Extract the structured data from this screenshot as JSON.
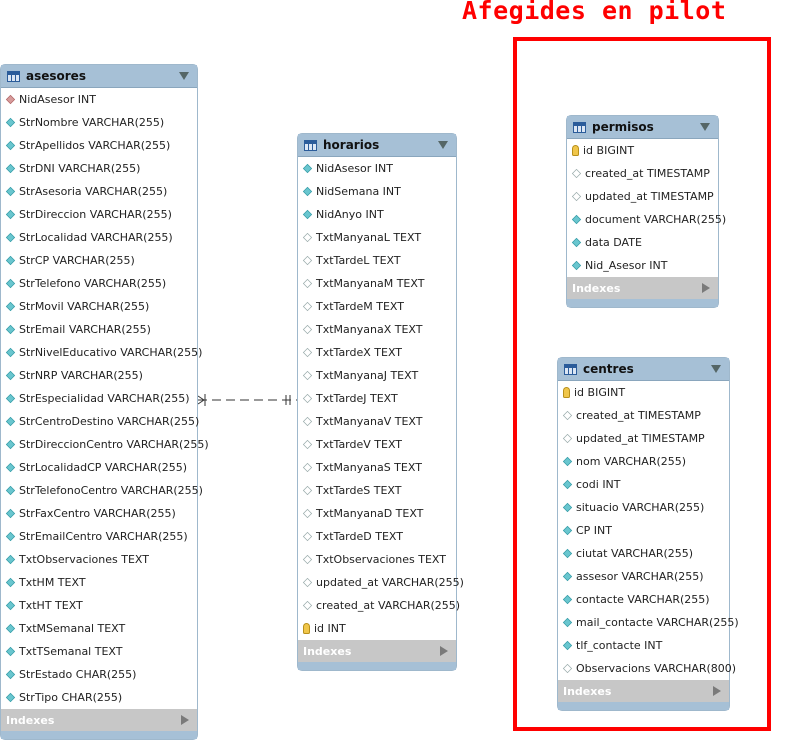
{
  "annotation": {
    "title": "Afegides en pilot"
  },
  "footer_label": "Indexes",
  "tables": [
    {
      "name": "asesores",
      "columns": [
        {
          "label": "NidAsesor INT",
          "icon": "pk-diamond"
        },
        {
          "label": "StrNombre VARCHAR(255)",
          "icon": "notnull-diamond"
        },
        {
          "label": "StrApellidos VARCHAR(255)",
          "icon": "notnull-diamond"
        },
        {
          "label": "StrDNI VARCHAR(255)",
          "icon": "notnull-diamond"
        },
        {
          "label": "StrAsesoria VARCHAR(255)",
          "icon": "notnull-diamond"
        },
        {
          "label": "StrDireccion VARCHAR(255)",
          "icon": "notnull-diamond"
        },
        {
          "label": "StrLocalidad VARCHAR(255)",
          "icon": "notnull-diamond"
        },
        {
          "label": "StrCP VARCHAR(255)",
          "icon": "notnull-diamond"
        },
        {
          "label": "StrTelefono VARCHAR(255)",
          "icon": "notnull-diamond"
        },
        {
          "label": "StrMovil VARCHAR(255)",
          "icon": "notnull-diamond"
        },
        {
          "label": "StrEmail VARCHAR(255)",
          "icon": "notnull-diamond"
        },
        {
          "label": "StrNivelEducativo VARCHAR(255)",
          "icon": "notnull-diamond"
        },
        {
          "label": "StrNRP VARCHAR(255)",
          "icon": "notnull-diamond"
        },
        {
          "label": "StrEspecialidad VARCHAR(255)",
          "icon": "notnull-diamond"
        },
        {
          "label": "StrCentroDestino VARCHAR(255)",
          "icon": "notnull-diamond"
        },
        {
          "label": "StrDireccionCentro VARCHAR(255)",
          "icon": "notnull-diamond"
        },
        {
          "label": "StrLocalidadCP VARCHAR(255)",
          "icon": "notnull-diamond"
        },
        {
          "label": "StrTelefonoCentro VARCHAR(255)",
          "icon": "notnull-diamond"
        },
        {
          "label": "StrFaxCentro VARCHAR(255)",
          "icon": "notnull-diamond"
        },
        {
          "label": "StrEmailCentro VARCHAR(255)",
          "icon": "notnull-diamond"
        },
        {
          "label": "TxtObservaciones TEXT",
          "icon": "notnull-diamond"
        },
        {
          "label": "TxtHM TEXT",
          "icon": "notnull-diamond"
        },
        {
          "label": "TxtHT TEXT",
          "icon": "notnull-diamond"
        },
        {
          "label": "TxtMSemanal TEXT",
          "icon": "notnull-diamond"
        },
        {
          "label": "TxtTSemanal TEXT",
          "icon": "notnull-diamond"
        },
        {
          "label": "StrEstado CHAR(255)",
          "icon": "notnull-diamond"
        },
        {
          "label": "StrTipo CHAR(255)",
          "icon": "notnull-diamond"
        }
      ]
    },
    {
      "name": "horarios",
      "columns": [
        {
          "label": "NidAsesor INT",
          "icon": "notnull-diamond"
        },
        {
          "label": "NidSemana INT",
          "icon": "notnull-diamond"
        },
        {
          "label": "NidAnyo INT",
          "icon": "notnull-diamond"
        },
        {
          "label": "TxtManyanaL TEXT",
          "icon": "nullable-diamond"
        },
        {
          "label": "TxtTardeL TEXT",
          "icon": "nullable-diamond"
        },
        {
          "label": "TxtManyanaM TEXT",
          "icon": "nullable-diamond"
        },
        {
          "label": "TxtTardeM TEXT",
          "icon": "nullable-diamond"
        },
        {
          "label": "TxtManyanaX TEXT",
          "icon": "nullable-diamond"
        },
        {
          "label": "TxtTardeX TEXT",
          "icon": "nullable-diamond"
        },
        {
          "label": "TxtManyanaJ TEXT",
          "icon": "nullable-diamond"
        },
        {
          "label": "TxtTardeJ TEXT",
          "icon": "nullable-diamond"
        },
        {
          "label": "TxtManyanaV TEXT",
          "icon": "nullable-diamond"
        },
        {
          "label": "TxtTardeV TEXT",
          "icon": "nullable-diamond"
        },
        {
          "label": "TxtManyanaS TEXT",
          "icon": "nullable-diamond"
        },
        {
          "label": "TxtTardeS TEXT",
          "icon": "nullable-diamond"
        },
        {
          "label": "TxtManyanaD TEXT",
          "icon": "nullable-diamond"
        },
        {
          "label": "TxtTardeD TEXT",
          "icon": "nullable-diamond"
        },
        {
          "label": "TxtObservaciones TEXT",
          "icon": "nullable-diamond"
        },
        {
          "label": "updated_at VARCHAR(255)",
          "icon": "nullable-diamond"
        },
        {
          "label": "created_at VARCHAR(255)",
          "icon": "nullable-diamond"
        },
        {
          "label": "id INT",
          "icon": "key"
        }
      ]
    },
    {
      "name": "permisos",
      "columns": [
        {
          "label": "id BIGINT",
          "icon": "key"
        },
        {
          "label": "created_at TIMESTAMP",
          "icon": "nullable-diamond"
        },
        {
          "label": "updated_at TIMESTAMP",
          "icon": "nullable-diamond"
        },
        {
          "label": "document VARCHAR(255)",
          "icon": "notnull-diamond"
        },
        {
          "label": "data DATE",
          "icon": "notnull-diamond"
        },
        {
          "label": "Nid_Asesor INT",
          "icon": "notnull-diamond"
        }
      ]
    },
    {
      "name": "centres",
      "columns": [
        {
          "label": "id BIGINT",
          "icon": "key"
        },
        {
          "label": "created_at TIMESTAMP",
          "icon": "nullable-diamond"
        },
        {
          "label": "updated_at TIMESTAMP",
          "icon": "nullable-diamond"
        },
        {
          "label": "nom VARCHAR(255)",
          "icon": "notnull-diamond"
        },
        {
          "label": "codi INT",
          "icon": "notnull-diamond"
        },
        {
          "label": "situacio VARCHAR(255)",
          "icon": "notnull-diamond"
        },
        {
          "label": "CP INT",
          "icon": "notnull-diamond"
        },
        {
          "label": "ciutat VARCHAR(255)",
          "icon": "notnull-diamond"
        },
        {
          "label": "assesor VARCHAR(255)",
          "icon": "notnull-diamond"
        },
        {
          "label": "contacte VARCHAR(255)",
          "icon": "notnull-diamond"
        },
        {
          "label": "mail_contacte VARCHAR(255)",
          "icon": "notnull-diamond"
        },
        {
          "label": "tlf_contacte INT",
          "icon": "notnull-diamond"
        },
        {
          "label": "Observacions VARCHAR(800)",
          "icon": "nullable-diamond"
        }
      ]
    }
  ],
  "relationship": {
    "from": "asesores",
    "to": "horarios",
    "style": "dashed",
    "color": "#333333"
  }
}
